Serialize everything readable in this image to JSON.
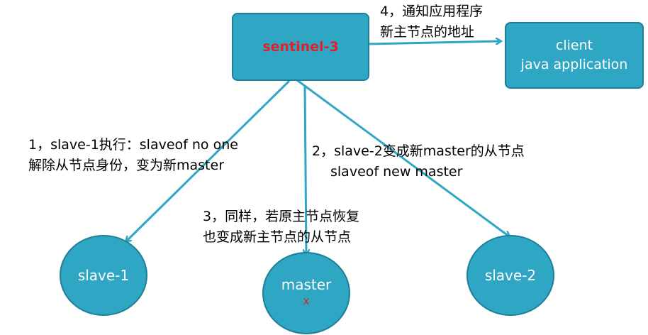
{
  "colors": {
    "node_fill": "#2fa6c4",
    "node_border": "#1e7f97",
    "arrow": "#2fa6c4",
    "sentinel_text": "#e0202a",
    "failed_mark": "#e0202a"
  },
  "nodes": {
    "sentinel": {
      "label": "sentinel-3"
    },
    "client": {
      "line1": "client",
      "line2": "java application"
    },
    "slave1": {
      "label": "slave-1"
    },
    "master": {
      "label": "master",
      "mark": "x"
    },
    "slave2": {
      "label": "slave-2"
    }
  },
  "steps": {
    "step1": {
      "line1": "1，slave-1执行：slaveof no one",
      "line2": "解除从节点身份，变为新master"
    },
    "step2": {
      "line1": "2，slave-2变成新master的从节点",
      "line2": "slaveof new master"
    },
    "step3": {
      "line1": "3，同样，若原主节点恢复",
      "line2": "也变成新主节点的从节点"
    },
    "step4": {
      "line1": "4，通知应用程序",
      "line2": "新主节点的地址"
    }
  }
}
